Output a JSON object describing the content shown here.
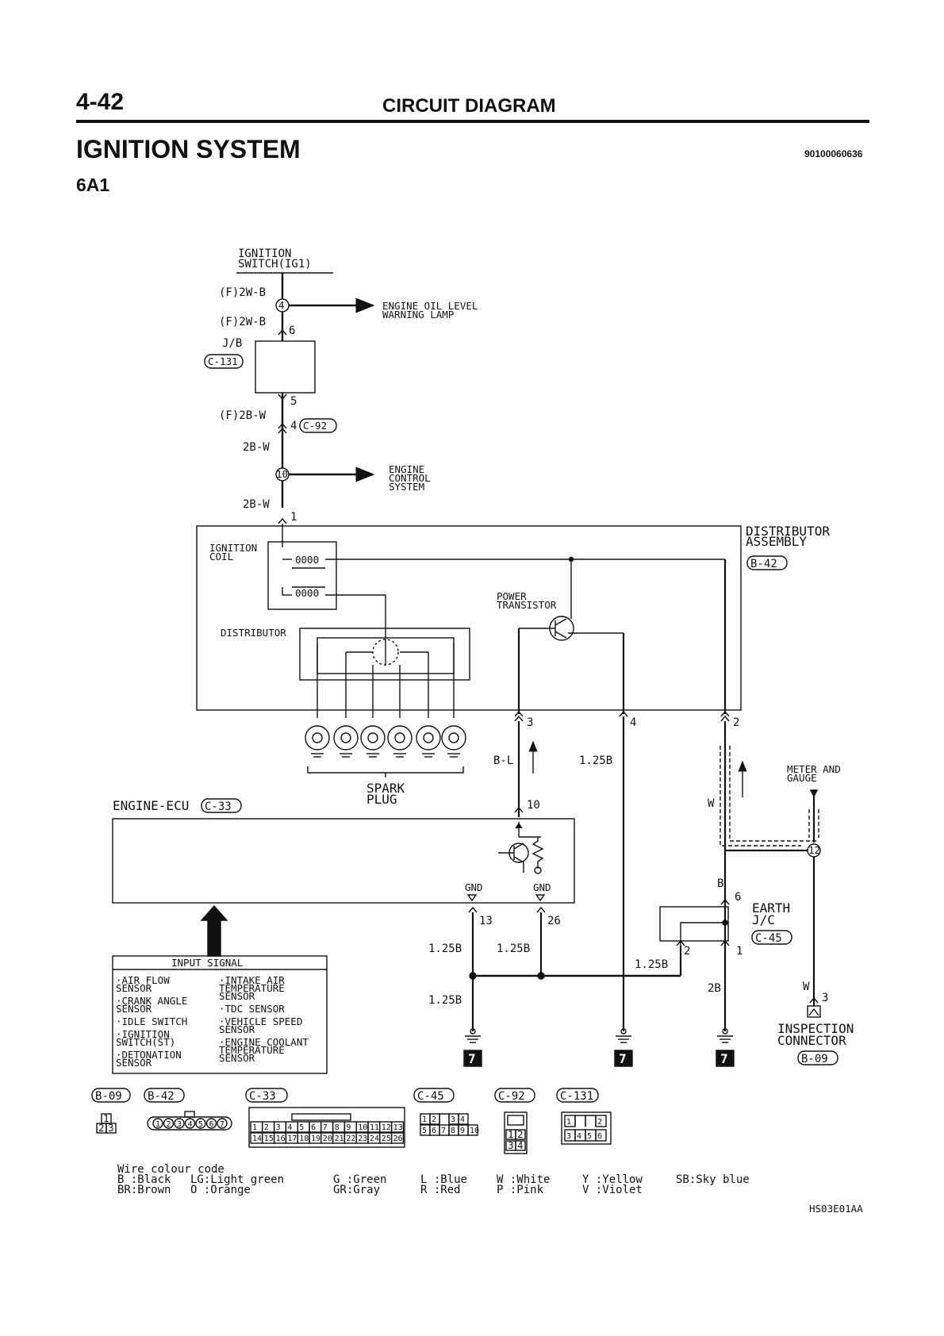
{
  "header": {
    "page_number": "4-42",
    "section_title": "CIRCUIT DIAGRAM",
    "system_title": "IGNITION SYSTEM",
    "doc_code": "90100060636",
    "model": "6A1"
  },
  "labels": {
    "ignition_switch": [
      "IGNITION",
      "SWITCH(IG1)"
    ],
    "wire_f2wb_1": "(F)2W-B",
    "wire_f2wb_2": "(F)2W-B",
    "splice4": "4",
    "pin6": "6",
    "oil_lamp": [
      "ENGINE OIL LEVEL",
      "WARNING LAMP"
    ],
    "jb": "J/B",
    "c131": "C-131",
    "pin5": "5",
    "wire_f2bw": "(F)2B-W",
    "pin4": "4",
    "c92": "C-92",
    "wire_2bw_1": "2B-W",
    "splice10": "10",
    "engine_control": [
      "ENGINE",
      "CONTROL",
      "SYSTEM"
    ],
    "wire_2bw_2": "2B-W",
    "pin1": "1",
    "distributor_assembly": [
      "DISTRIBUTOR",
      "ASSEMBLY"
    ],
    "b42": "B-42",
    "ignition_coil": [
      "IGNITION",
      "COIL"
    ],
    "coil_primary": "0000",
    "coil_secondary": "0000",
    "power_transistor": [
      "POWER",
      "TRANSISTOR"
    ],
    "distributor": "DISTRIBUTOR",
    "pin3": "3",
    "pin4b": "4",
    "pin2": "2",
    "wire_bl": "B-L",
    "wire_125b_a": "1.25B",
    "spark_plug": [
      "SPARK",
      "PLUG"
    ],
    "engine_ecu": "ENGINE-ECU",
    "c33": "C-33",
    "pin10": "10",
    "wire_w": "W",
    "meter_gauge": [
      "METER AND",
      "GAUGE"
    ],
    "splice12": "12",
    "gnd1": "GND",
    "gnd2": "GND",
    "pin13": "13",
    "pin26": "26",
    "wire_b": "B",
    "pin6b": "6",
    "earth_jc": [
      "EARTH",
      "J/C"
    ],
    "c45": "C-45",
    "wire_125b_b": "1.25B",
    "wire_125b_c": "1.25B",
    "wire_125b_d": "1.25B",
    "pin2b": "2",
    "pin1b": "1",
    "wire_2b": "2B",
    "wire_w2": "W",
    "pin3b": "3",
    "wire_125b_e": "1.25B",
    "inspection_connector": [
      "INSPECTION",
      "CONNECTOR"
    ],
    "b09": "B-09",
    "earth_ref": "7"
  },
  "input_signal": {
    "title": "INPUT SIGNAL",
    "left": [
      [
        "·AIR FLOW",
        " SENSOR"
      ],
      [
        "·CRANK ANGLE",
        " SENSOR"
      ],
      [
        "·IDLE SWITCH"
      ],
      [
        "·IGNITION",
        " SWITCH(ST)"
      ],
      [
        "·DETONATION",
        " SENSOR"
      ]
    ],
    "right": [
      [
        "·INTAKE AIR",
        " TEMPERATURE",
        " SENSOR"
      ],
      [
        "·TDC SENSOR"
      ],
      [
        "·VEHICLE SPEED",
        " SENSOR"
      ],
      [
        "·ENGINE COOLANT",
        " TEMPERATURE",
        " SENSOR"
      ]
    ]
  },
  "connectors": {
    "b09": {
      "label": "B-09",
      "top": [
        "1"
      ],
      "bottom": [
        "2",
        "3"
      ]
    },
    "b42": {
      "label": "B-42",
      "pins": [
        "1",
        "2",
        "3",
        "4",
        "5",
        "6",
        "7"
      ]
    },
    "c33": {
      "label": "C-33",
      "top": [
        "1",
        "2",
        "3",
        "4",
        "5",
        "6",
        "7",
        "8",
        "9",
        "10",
        "11",
        "12",
        "13"
      ],
      "bottom": [
        "14",
        "15",
        "16",
        "17",
        "18",
        "19",
        "20",
        "21",
        "22",
        "23",
        "24",
        "25",
        "26"
      ]
    },
    "c45": {
      "label": "C-45",
      "top": [
        "1",
        "2",
        "",
        "3",
        "4"
      ],
      "bottom": [
        "5",
        "6",
        "7",
        "8",
        "9",
        "10"
      ]
    },
    "c92": {
      "label": "C-92",
      "top": [
        "1",
        "2"
      ],
      "bottom": [
        "3",
        "4"
      ]
    },
    "c131": {
      "label": "C-131",
      "top": [
        "1",
        "",
        "",
        "2"
      ],
      "bottom": [
        "3",
        "4",
        "5",
        "6"
      ]
    }
  },
  "legend": {
    "title": "Wire colour code",
    "row1": [
      "B :Black",
      "LG:Light green",
      "G :Green",
      "L :Blue",
      "W :White",
      "Y :Yellow",
      "SB:Sky blue"
    ],
    "row2": [
      "BR:Brown",
      "O :Orange",
      "GR:Gray",
      "R :Red",
      "P :Pink",
      "V :Violet"
    ]
  },
  "footer_code": "HS03E01AA"
}
